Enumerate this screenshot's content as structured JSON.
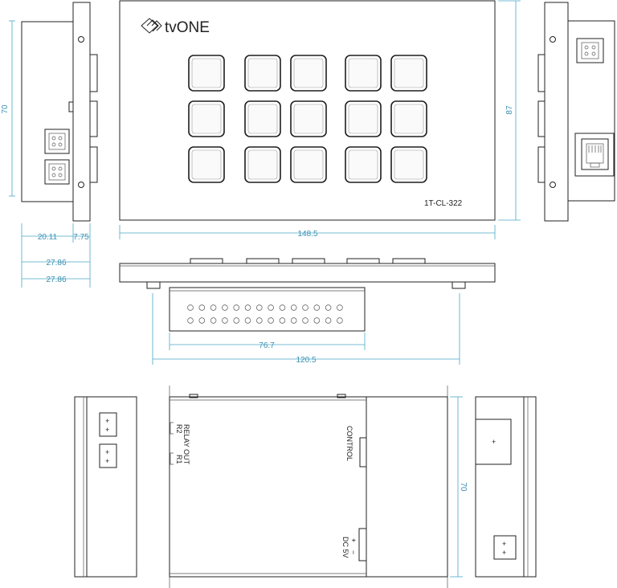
{
  "brand": {
    "name": "tvONE",
    "model": "1T-CL-322"
  },
  "dimensions": {
    "side_height": "70",
    "depth_body": "20.11",
    "depth_front": "7.75",
    "depth_total_a": "27.86",
    "depth_total_b": "27.86",
    "front_width": "148.5",
    "front_height": "87",
    "body_width": "76.7",
    "mount_width": "120.5",
    "rear_height": "70"
  },
  "labels": {
    "relay_out": "RELAY OUT",
    "r2": "R2",
    "r1": "R1",
    "control": "CONTROL",
    "dc5v": "DC 5V",
    "plus": "+",
    "minus": "−"
  },
  "keypad": {
    "rows": 3,
    "columns": 5,
    "button_count": 15
  }
}
